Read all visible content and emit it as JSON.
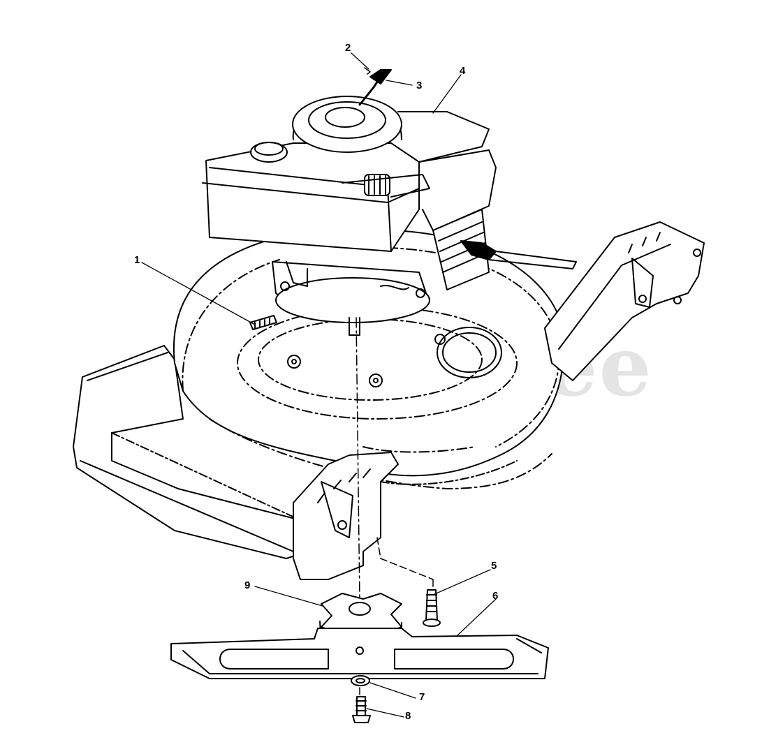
{
  "watermark": "PartsTree",
  "callouts": [
    {
      "label": "1",
      "part": "engine-mounting-bolt"
    },
    {
      "label": "2",
      "part": "cable-clip"
    },
    {
      "label": "3",
      "part": "throttle-cable-fitting"
    },
    {
      "label": "4",
      "part": "engine"
    },
    {
      "label": "5",
      "part": "blade-adapter-bolt"
    },
    {
      "label": "6",
      "part": "mower-blade"
    },
    {
      "label": "7",
      "part": "blade-washer"
    },
    {
      "label": "8",
      "part": "blade-bolt"
    },
    {
      "label": "9",
      "part": "blade-adapter"
    }
  ]
}
